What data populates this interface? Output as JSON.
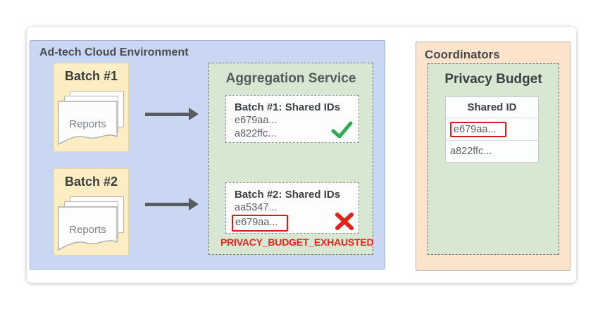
{
  "environment": {
    "title": "Ad-tech Cloud Environment",
    "batch1": {
      "title": "Batch #1",
      "doc_label": "Reports"
    },
    "batch2": {
      "title": "Batch #2",
      "doc_label": "Reports"
    },
    "aggregation": {
      "title": "Aggregation Service",
      "result1": {
        "header": "Batch #1: Shared IDs",
        "id1": "e679aa...",
        "id2": "a822ffc...",
        "status": "success"
      },
      "result2": {
        "header": "Batch #2: Shared IDs",
        "id1": "aa5347...",
        "id2": "e679aa...",
        "status": "failure",
        "highlighted_id": "e679aa..."
      },
      "error_label": "PRIVACY_BUDGET_EXHAUSTED"
    }
  },
  "coordinators": {
    "title": "Coordinators",
    "privacy_budget": {
      "title": "Privacy Budget",
      "table": {
        "header": "Shared ID",
        "row1": {
          "value": "e679aa...",
          "highlighted": true
        },
        "row2": {
          "value": "a822ffc...",
          "highlighted": false
        }
      }
    }
  },
  "icons": {
    "success": "check-icon",
    "failure": "cross-icon"
  },
  "colors": {
    "environment_bg": "#c9d7f2",
    "batch_bg": "#fcedc3",
    "service_bg": "#d8e7d1",
    "coordinators_bg": "#fbe4cb",
    "success_green": "#34a853",
    "error_red": "#e02318",
    "highlight_box_red": "#d0201a",
    "arrow_gray": "#595c5f"
  }
}
